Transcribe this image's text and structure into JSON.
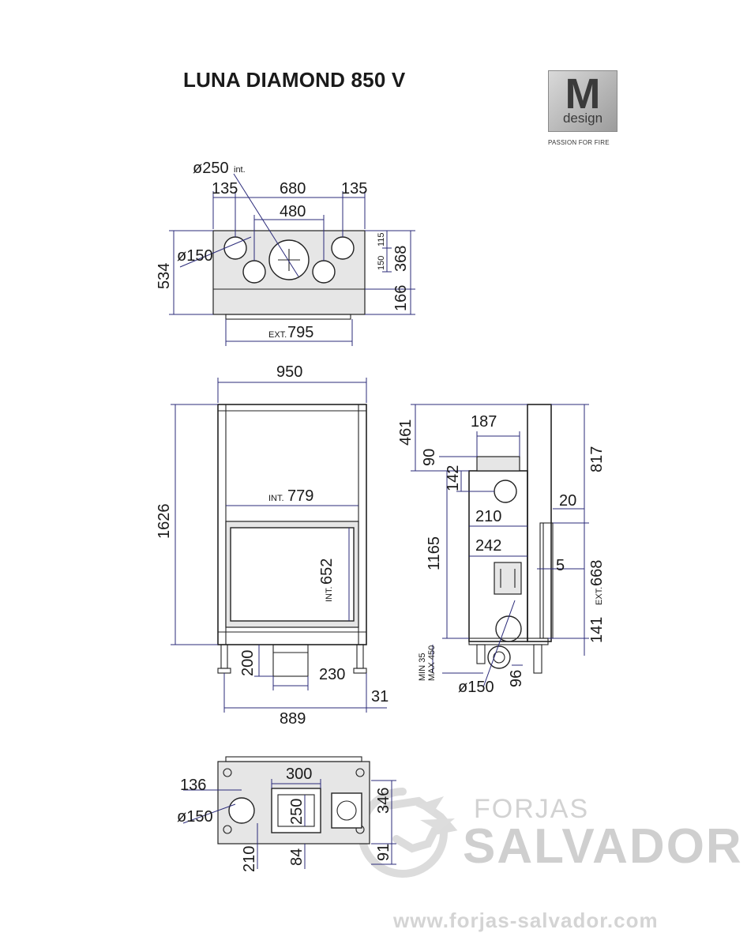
{
  "title": "LUNA DIAMOND 850 V",
  "logo": {
    "mark": "M",
    "word": "design",
    "tagline": "PASSION FOR FIRE"
  },
  "watermark": {
    "brand_top": "FORJAS",
    "brand_bottom": "SALVADOR",
    "url": "www.forjas-salvador.com",
    "emblem": "dragon-emblem-icon"
  },
  "colors": {
    "ink": "#1a1a1a",
    "dimension_line": "#2b2b7a",
    "watermark": "#cfcfcf"
  },
  "top_view": {
    "d_int": "ø250",
    "int_suffix": "int.",
    "w_left": "135",
    "w_mid": "680",
    "w_right": "135",
    "w_inner": "480",
    "d_side": "ø150",
    "h_total": "534",
    "h_upper": "368",
    "h_lower": "166",
    "h_spacing": "150",
    "h_top": "115",
    "ext_prefix": "EXT.",
    "ext_width": "795"
  },
  "front_view": {
    "width": "950",
    "height": "1626",
    "int_prefix": "INT.",
    "int_width": "779",
    "int_height": "652",
    "h_base": "200",
    "w_duct": "230",
    "w_foot": "31",
    "w_base": "889"
  },
  "side_view": {
    "h_top": "461",
    "w_collar": "187",
    "h_collar": "90",
    "h_offset": "142",
    "w_flue": "210",
    "h_main": "1165",
    "w_box": "242",
    "d_side_flue": "ø150",
    "w_90": "96",
    "min_label": "MIN 35",
    "max_label": "MAX 450",
    "h_right_top": "817",
    "w_gap": "20",
    "w_glass": "5",
    "ext_prefix": "EXT.",
    "ext_height": "668",
    "h_bottom": "141"
  },
  "bottom_view": {
    "h_offset": "136",
    "w_duct": "300",
    "d_flue": "ø150",
    "h_duct": "250",
    "h_front": "210",
    "h_duct_off": "84",
    "h_right": "346",
    "h_right_bottom": "91"
  }
}
